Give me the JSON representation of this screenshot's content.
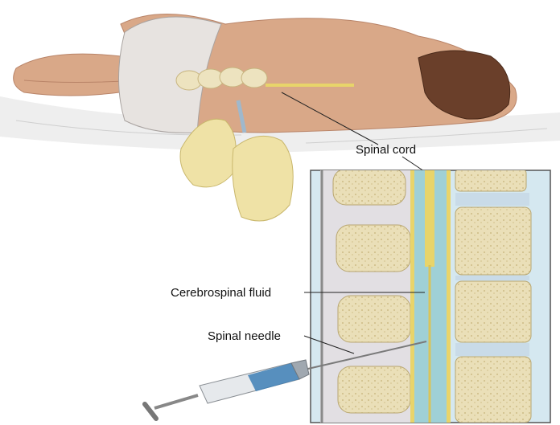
{
  "labels": {
    "spinal_cord": "Spinal cord",
    "cerebrospinal_fluid": "Cerebrospinal fluid",
    "spinal_needle": "Spinal needle"
  },
  "colors": {
    "skin": "#d9a888",
    "skin_shadow": "#b98468",
    "underwear": "#e7e3e0",
    "hair": "#6a3f2a",
    "glove": "#efe2a6",
    "bone": "#eadfb8",
    "disc": "#c9dbe8",
    "csf": "#9fd0d6",
    "cord": "#e8d46a",
    "syringe_fluid": "#3d7fb6",
    "frame": "#555555"
  }
}
